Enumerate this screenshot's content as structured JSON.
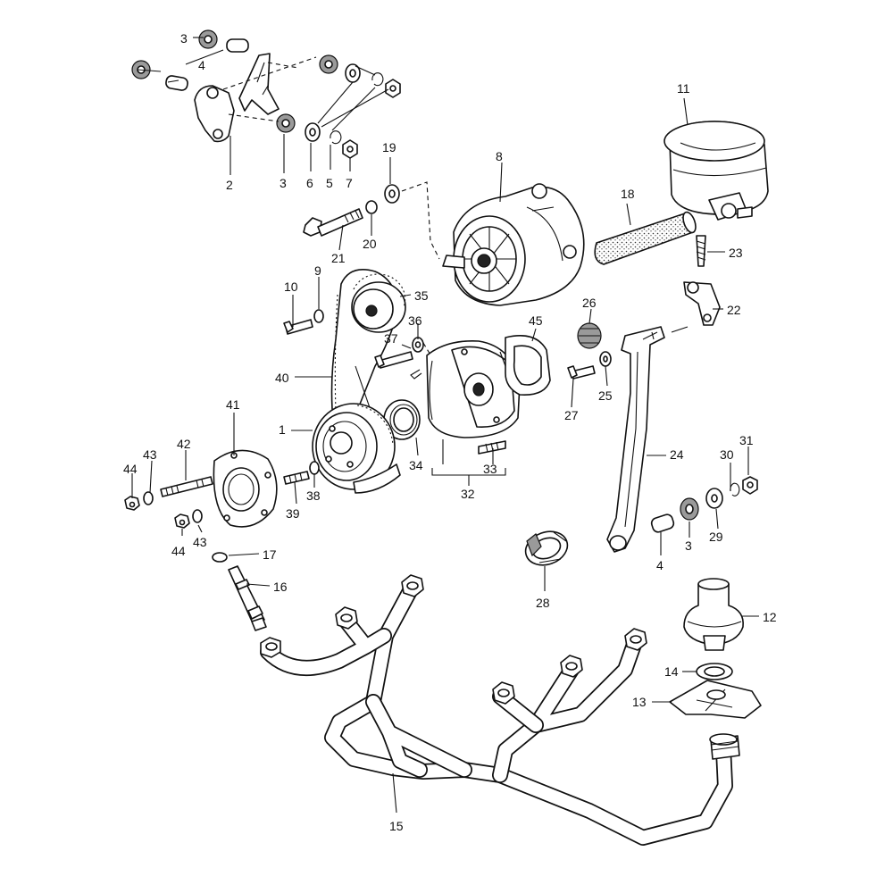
{
  "parts": [
    {
      "n": "1"
    },
    {
      "n": "2"
    },
    {
      "n": "3"
    },
    {
      "n": "4"
    },
    {
      "n": "5"
    },
    {
      "n": "6"
    },
    {
      "n": "7"
    },
    {
      "n": "8"
    },
    {
      "n": "9"
    },
    {
      "n": "10"
    },
    {
      "n": "11"
    },
    {
      "n": "12"
    },
    {
      "n": "13"
    },
    {
      "n": "14"
    },
    {
      "n": "15"
    },
    {
      "n": "16"
    },
    {
      "n": "17"
    },
    {
      "n": "18"
    },
    {
      "n": "19"
    },
    {
      "n": "20"
    },
    {
      "n": "21"
    },
    {
      "n": "22"
    },
    {
      "n": "23"
    },
    {
      "n": "24"
    },
    {
      "n": "25"
    },
    {
      "n": "26"
    },
    {
      "n": "27"
    },
    {
      "n": "28"
    },
    {
      "n": "29"
    },
    {
      "n": "30"
    },
    {
      "n": "31"
    },
    {
      "n": "32"
    },
    {
      "n": "33"
    },
    {
      "n": "34"
    },
    {
      "n": "35"
    },
    {
      "n": "36"
    },
    {
      "n": "37"
    },
    {
      "n": "38"
    },
    {
      "n": "39"
    },
    {
      "n": "40"
    },
    {
      "n": "41"
    },
    {
      "n": "42"
    },
    {
      "n": "43"
    },
    {
      "n": "44"
    },
    {
      "n": "45"
    }
  ],
  "repeat_labels": {
    "3b": "3",
    "3c": "3",
    "4b": "4",
    "43b": "43",
    "44b": "44"
  }
}
